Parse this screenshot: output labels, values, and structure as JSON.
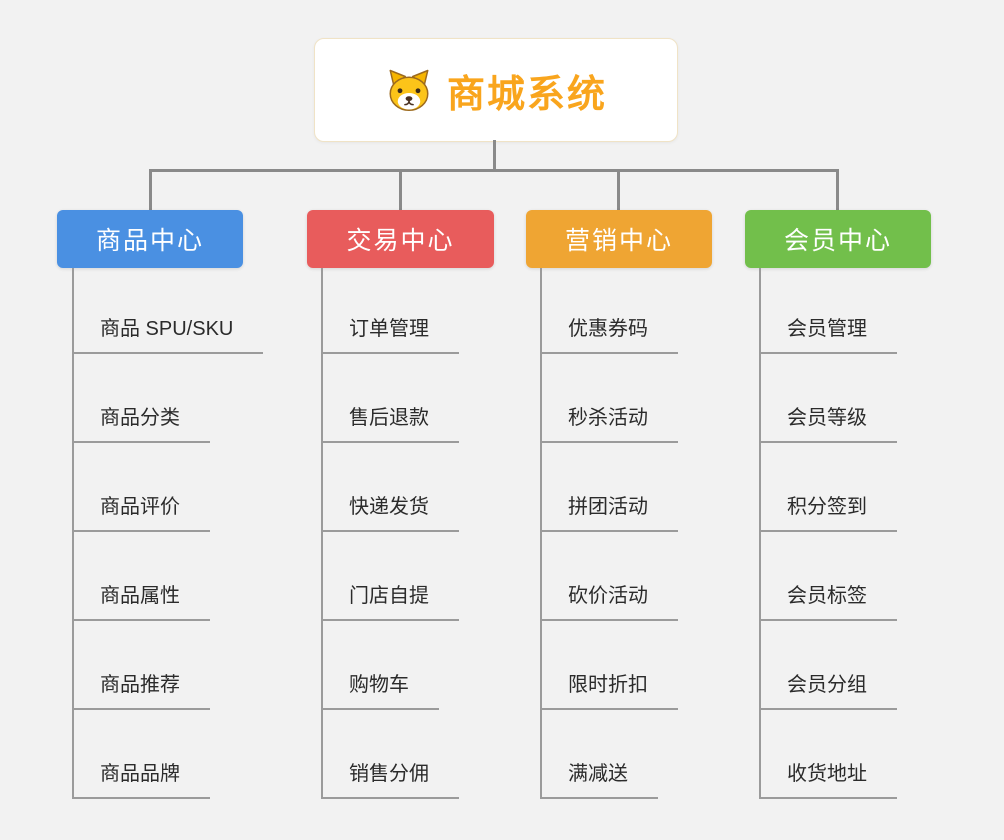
{
  "root": {
    "label": "商城系统",
    "color": "#f9a51d",
    "icon": "dog-icon"
  },
  "line_color": "#8a8a8a",
  "branches": [
    {
      "label": "商品中心",
      "color": "#4a90e2",
      "children": [
        "商品 SPU/SKU",
        "商品分类",
        "商品评价",
        "商品属性",
        "商品推荐",
        "商品品牌"
      ]
    },
    {
      "label": "交易中心",
      "color": "#e85c5c",
      "children": [
        "订单管理",
        "售后退款",
        "快递发货",
        "门店自提",
        "购物车",
        "销售分佣"
      ]
    },
    {
      "label": "营销中心",
      "color": "#efa533",
      "children": [
        "优惠券码",
        "秒杀活动",
        "拼团活动",
        "砍价活动",
        "限时折扣",
        "满减送"
      ]
    },
    {
      "label": "会员中心",
      "color": "#72bf4b",
      "children": [
        "会员管理",
        "会员等级",
        "积分签到",
        "会员标签",
        "会员分组",
        "收货地址"
      ]
    }
  ]
}
